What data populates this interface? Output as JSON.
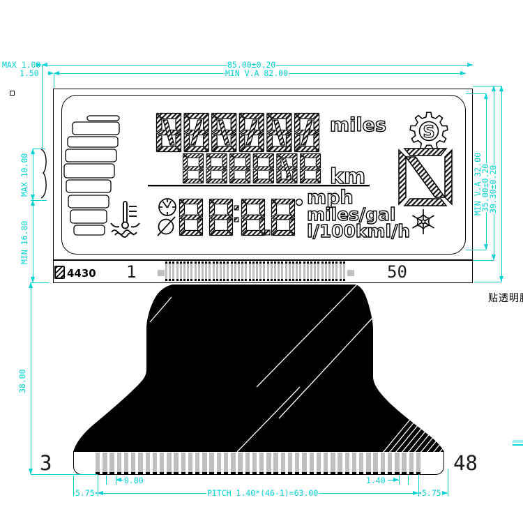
{
  "note_cn": "贴透明胶",
  "logo_text": "4430",
  "dims": {
    "top_width": "85.00±0.20",
    "top_va_width": "MIN V.A 82.00",
    "top_left_max": "MAX 1.00",
    "top_left_gap": "1.50",
    "left_max_height": "MAX 10.00",
    "left_min_height": "MIN 16.80",
    "left_fpc_length": "38.00",
    "right_va_height": "MIN V.A 32.00",
    "right_glass_height": "35.00±0.20",
    "right_total_height": "39.30±0.20",
    "pin_offset": "0.80",
    "pin_width": "1.40",
    "margin_left": "5.75",
    "margin_right": "5.75",
    "pitch_formula": "PITCH 1.40*(46-1)=63.00"
  },
  "pins": {
    "top_first_label": "1",
    "top_last_label": "50",
    "top_count": 50,
    "bottom_first_label": "3",
    "bottom_last_label": "48",
    "bottom_count": 46
  },
  "lcd": {
    "odometer_row": {
      "digits": 6,
      "unit": "miles",
      "decimal": true
    },
    "trip_row": {
      "digits": 6,
      "unit": "km",
      "decimal": true
    },
    "info_row": {
      "digits": 4,
      "unit_mph": "mph",
      "unit_mpg": "miles/gal",
      "unit_l100": "l/100kml/h",
      "degree_symbol": "°",
      "average_symbol": "Ø"
    },
    "gear_letter": "S",
    "gear_position": "N"
  },
  "colors": {
    "dimension": "#00d2d2",
    "pin_gray": "#bfbfbf",
    "flex_black": "#000000"
  }
}
